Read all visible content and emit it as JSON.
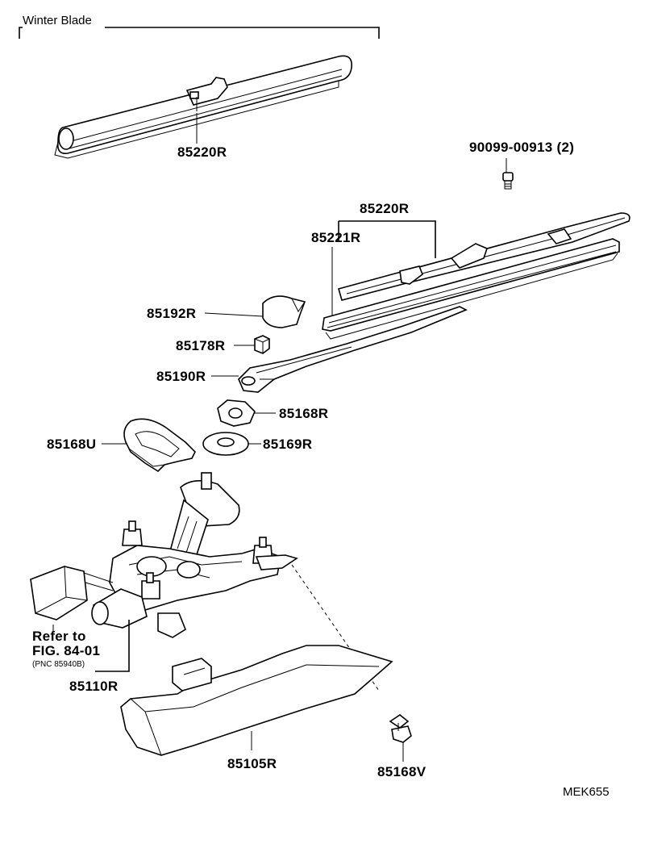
{
  "section": {
    "winter_blade": "Winter Blade"
  },
  "labels": {
    "blade_winter": "85220R",
    "screw": "90099-00913 (2)",
    "blade": "85220R",
    "blade_rubber": "85221R",
    "cap": "85192R",
    "nut": "85178R",
    "arm": "85190R",
    "grommet_a": "85168R",
    "grommet_b": "85169R",
    "boot": "85168U",
    "motor": "85110R",
    "cover": "85105R",
    "clip": "85168V"
  },
  "reference": {
    "line1": "Refer to",
    "line2": "FIG. 84-01",
    "line3": "(PNC 85940B)"
  },
  "diagram_code": "MEK655"
}
